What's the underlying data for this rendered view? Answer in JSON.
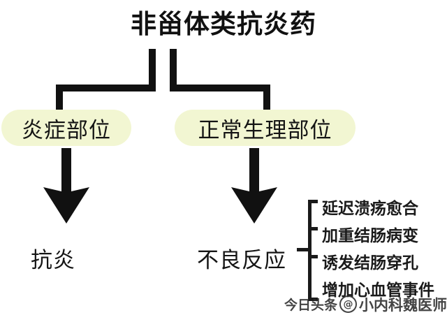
{
  "diagram": {
    "title": "非甾体类抗炎药",
    "branches": [
      {
        "id": "inflammation-site",
        "label": "炎症部位",
        "outcome": "抗炎"
      },
      {
        "id": "normal-physiologic-site",
        "label": "正常生理部位",
        "outcome": "不良反应"
      }
    ],
    "adverse_effects": [
      "延迟溃疡愈合",
      "加重结肠病变",
      "诱发结肠穿孔",
      "增加心血管事件"
    ],
    "colors": {
      "box_fill": "#f2f6d2",
      "line": "#111111",
      "text": "#151515",
      "background": "#ffffff"
    }
  },
  "watermark": {
    "logo": "今日头条",
    "at": "@",
    "name": "小内科魏医师"
  }
}
